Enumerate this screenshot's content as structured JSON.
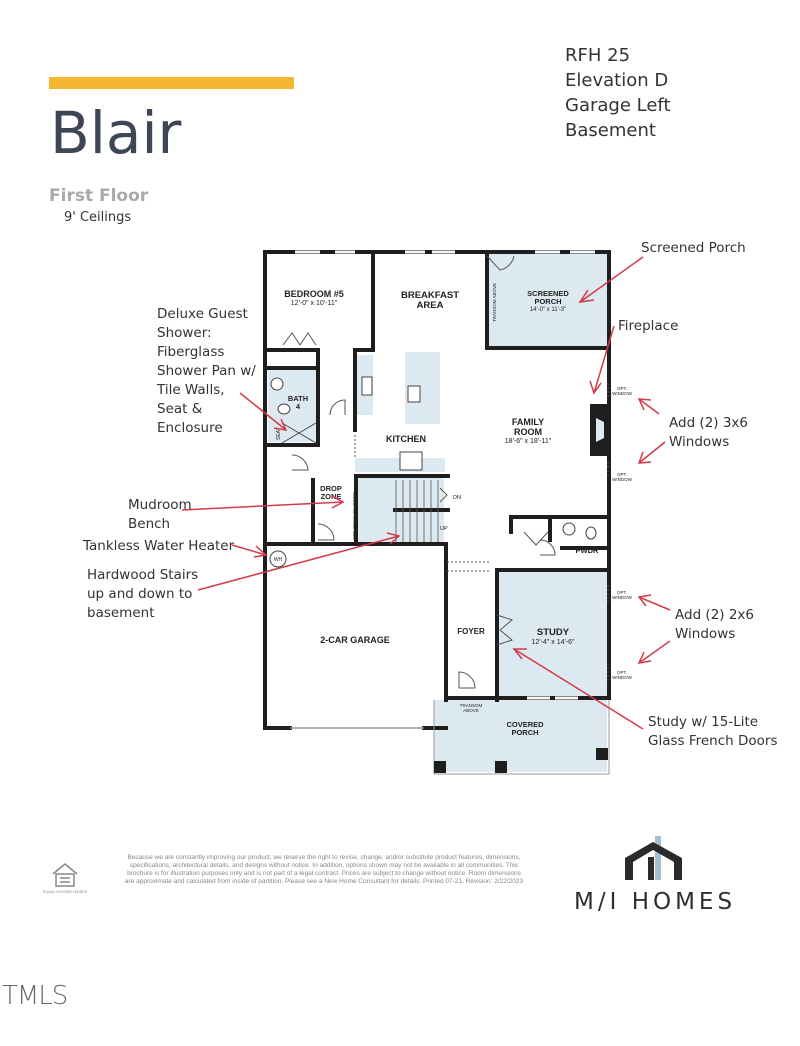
{
  "header": {
    "model_name": "Blair",
    "floor": "First Floor",
    "ceiling": "9' Ceilings",
    "accent_color": "#f5b731",
    "plan_info": [
      "RFH 25",
      "Elevation D",
      "Garage Left",
      "Basement"
    ]
  },
  "rooms": {
    "bedroom5": {
      "name": "BEDROOM #5",
      "dims": "12'-0\" x 10'-11\""
    },
    "breakfast": {
      "name_line1": "BREAKFAST",
      "name_line2": "AREA"
    },
    "screened_porch": {
      "name_line1": "SCREENED",
      "name_line2": "PORCH",
      "dims": "14'-0\" x 11'-3\""
    },
    "bath4": {
      "name_line1": "BATH",
      "name_line2": "4"
    },
    "kitchen": {
      "name": "KITCHEN"
    },
    "family_room": {
      "name_line1": "FAMILY",
      "name_line2": "ROOM",
      "dims": "18'-6\" x 18'-11\""
    },
    "drop_zone": {
      "name_line1": "DROP",
      "name_line2": "ZONE"
    },
    "pwdr": {
      "name": "PWDR"
    },
    "garage": {
      "name": "2-CAR GARAGE"
    },
    "foyer": {
      "name": "FOYER"
    },
    "study": {
      "name": "STUDY",
      "dims": "12'-4\" x 14'-6\""
    },
    "covered_porch": {
      "name_line1": "COVERED",
      "name_line2": "PORCH"
    }
  },
  "plan_tags": {
    "transom_above": "TRANSOM ABOVE",
    "transom_line1": "TRANSOM",
    "transom_line2": "ABOVE",
    "seat": "SEAT",
    "opt_bench": "OPT. BENCH/CUBBIES",
    "dn": "DN",
    "up": "UP",
    "wh": "WH",
    "opt": "OPT.",
    "window": "WINDOW"
  },
  "callouts": {
    "screened_porch": "Screened Porch",
    "fireplace": "Fireplace",
    "windows_3x6": [
      "Add (2) 3x6",
      "Windows"
    ],
    "windows_2x6": [
      "Add (2) 2x6",
      "Windows"
    ],
    "study_doors": [
      "Study w/ 15-Lite",
      "Glass French Doors"
    ],
    "guest_shower": [
      "Deluxe Guest",
      "Shower:",
      "Fiberglass",
      "Shower Pan w/",
      "Tile Walls,",
      "Seat &",
      "Enclosure"
    ],
    "mudroom": [
      "Mudroom",
      "Bench"
    ],
    "water_heater": "Tankless Water Heater",
    "stairs": [
      "Hardwood Stairs",
      "up and down to",
      "basement"
    ]
  },
  "footer": {
    "disclaimer": "Because we are constantly improving our product, we reserve the right to revise, change, and/or substitute product features, dimensions, specifications, architectural details, and designs without notice. In addition, options shown may not be available in all communities. This brochure is for illustration purposes only and is not part of a legal contract. Prices are subject to change without notice. Room dimensions are approximate and calculated from inside of partition. Please see a New Home Consultant for details. Printed 07-21. Revision: 2/22/2023",
    "equal_housing_label": "EQUAL HOUSING LENDER",
    "brand": "M/I HOMES",
    "watermark": "TMLS"
  },
  "colors": {
    "wall": "#1e1e1e",
    "room_fill": "#dde9f0",
    "arrow": "#d43a4a",
    "title": "#3d4557"
  }
}
